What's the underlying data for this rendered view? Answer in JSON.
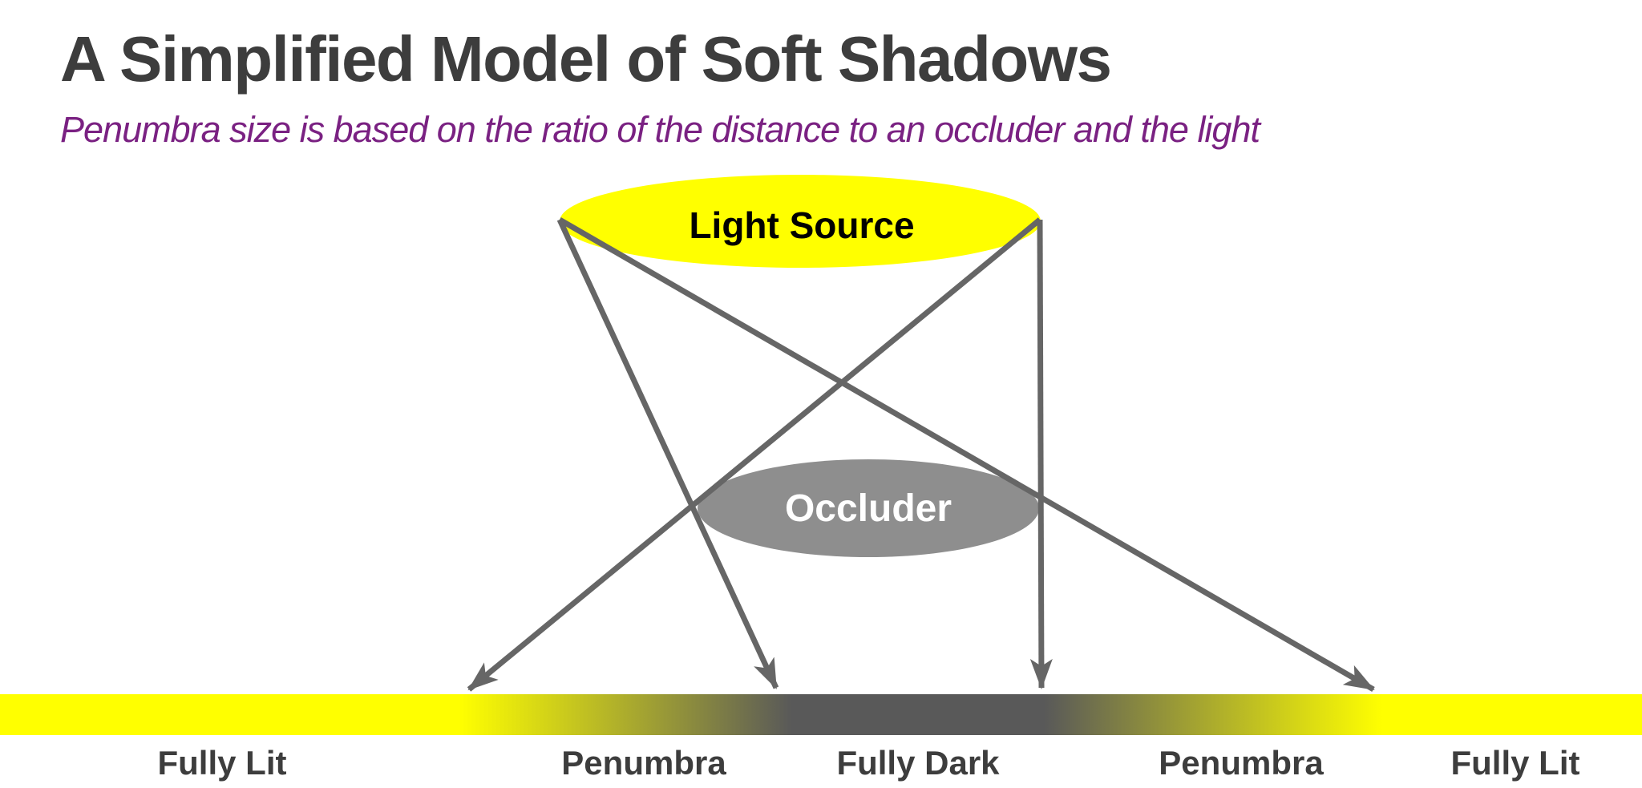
{
  "slide": {
    "title": "A Simplified Model of Soft Shadows",
    "subtitle": "Penumbra size is based on the ratio of the distance to an occluder and the light"
  },
  "diagram": {
    "light_source": {
      "label": "Light Source"
    },
    "occluder": {
      "label": "Occluder"
    },
    "ground_zones": [
      {
        "label": "Fully Lit"
      },
      {
        "label": "Penumbra"
      },
      {
        "label": "Fully Dark"
      },
      {
        "label": "Penumbra"
      },
      {
        "label": "Fully Lit"
      }
    ]
  },
  "colors": {
    "background": "#FFFFFF",
    "title_text": "#3D3D3D",
    "subtitle_text": "#7A2182",
    "light_source_fill": "#FFFF00",
    "light_source_label_text": "#000000",
    "occluder_fill": "#8E8E8E",
    "occluder_label_text": "#FFFFFF",
    "ray_stroke": "#666666",
    "ground_lit": "#FFFF00",
    "ground_dark": "#595959",
    "zone_label_text": "#3D3D3D"
  }
}
